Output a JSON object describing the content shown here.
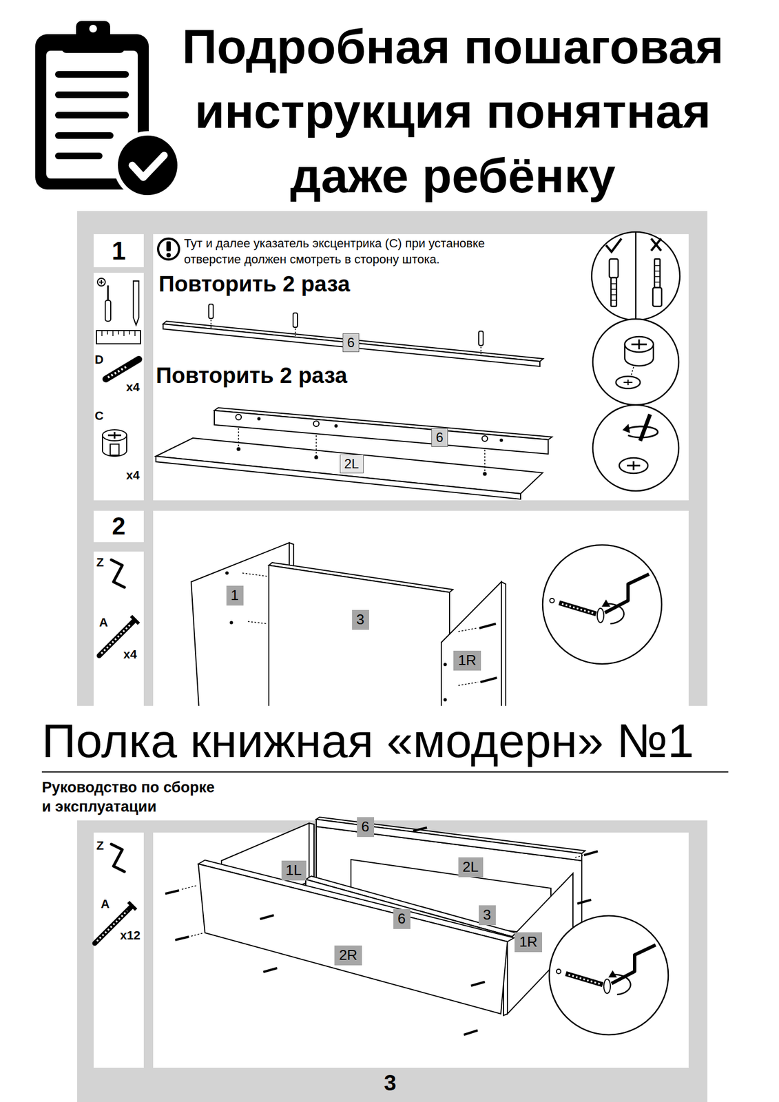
{
  "diagram": {
    "title": "Подробная пошаговая инструкция понятная даже ребёнку",
    "nodes": [
      {
        "text": [
          "1"
        ]
      },
      {
        "text": [
          "6"
        ]
      },
      {
        "text": [
          "6"
        ]
      },
      {
        "text": [
          "2L"
        ]
      },
      {
        "text": [
          "2"
        ]
      },
      {
        "text": [
          "1"
        ]
      },
      {
        "text": [
          "3"
        ]
      },
      {
        "text": [
          "1R"
        ]
      },
      {
        "text": [
          "6"
        ]
      },
      {
        "text": [
          "1L"
        ]
      },
      {
        "text": [
          "2L"
        ]
      },
      {
        "text": [
          "6"
        ]
      },
      {
        "text": [
          "3"
        ]
      },
      {
        "text": [
          "1R"
        ]
      },
      {
        "text": [
          "2R"
        ]
      }
    ],
    "labels": [
      "Тут и далее указатель эксцентрика (C) при установке отверстие должен смотреть в сторону штока.",
      "Повторить 2 раза",
      "Повторить 2 раза",
      "D",
      "x4",
      "C",
      "x4",
      "Z",
      "A",
      "x4",
      "Полка книжная «модерн» №1",
      "Руководство по сборке и эксплуатации",
      "Z",
      "A",
      "x12",
      "3"
    ]
  }
}
